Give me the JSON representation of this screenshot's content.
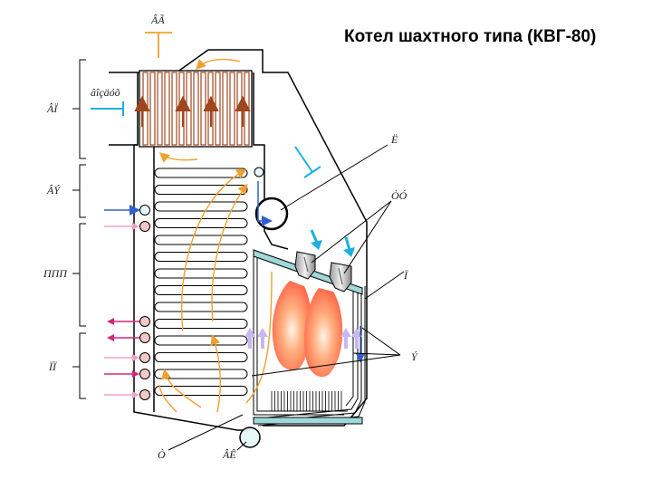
{
  "title": "Котел шахтного типа (КВГ-80)",
  "labels": {
    "top_outlet": "ÂÃ",
    "air_inlet": "âîçäóõ",
    "left_group_1": "ÂÏ",
    "left_group_2": "ÂÝ",
    "left_group_3": "ППП",
    "left_group_4": "ÏÏ",
    "drum": "Ë",
    "burners": "ÒÓ",
    "screen": "Ï",
    "tubes": "Ý",
    "bottom_left": "Ò",
    "bottom_collector": "ÂÊ"
  },
  "colors": {
    "frame": "#000000",
    "hot_arrow": "#a0461e",
    "flow_arrow": "#f0a030",
    "cold_line": "#1ab0e0",
    "water_in": "#3060d0",
    "steam_pink": "#f0a0c8",
    "steam_magenta": "#d02878",
    "collector_fill": "#e8f8f8",
    "node_pink": "#f4c8c8",
    "flame_core": "#ff9060",
    "screen_bar": "#a0d8d8"
  }
}
